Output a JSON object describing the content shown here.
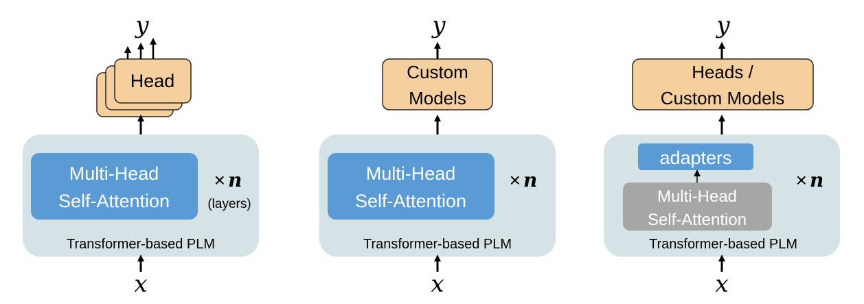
{
  "colors": {
    "plm_background": "#d5e3e6",
    "attention_blue": "#5b9bd5",
    "attention_gray": "#a6a6a6",
    "head_fill": "#f5cf9e",
    "head_stroke": "#262626",
    "arrow": "#000000",
    "text_dark": "#000000",
    "text_light": "#ffffff"
  },
  "panels": [
    {
      "output_label": "y",
      "input_label": "x",
      "head_label": "Head",
      "head_stacked": true,
      "attention_line1": "Multi-Head",
      "attention_line2": "Self-Attention",
      "times_symbol": "×",
      "n_symbol": "n",
      "layers_note": "(layers)",
      "plm_label": "Transformer-based PLM"
    },
    {
      "output_label": "y",
      "input_label": "x",
      "head_line1": "Custom",
      "head_line2": "Models",
      "attention_line1": "Multi-Head",
      "attention_line2": "Self-Attention",
      "times_symbol": "×",
      "n_symbol": "n",
      "plm_label": "Transformer-based PLM"
    },
    {
      "output_label": "y",
      "input_label": "x",
      "head_line1": "Heads /",
      "head_line2": "Custom Models",
      "adapters_label": "adapters",
      "attention_line1": "Multi-Head",
      "attention_line2": "Self-Attention",
      "times_symbol": "×",
      "n_symbol": "n",
      "plm_label": "Transformer-based PLM"
    }
  ]
}
